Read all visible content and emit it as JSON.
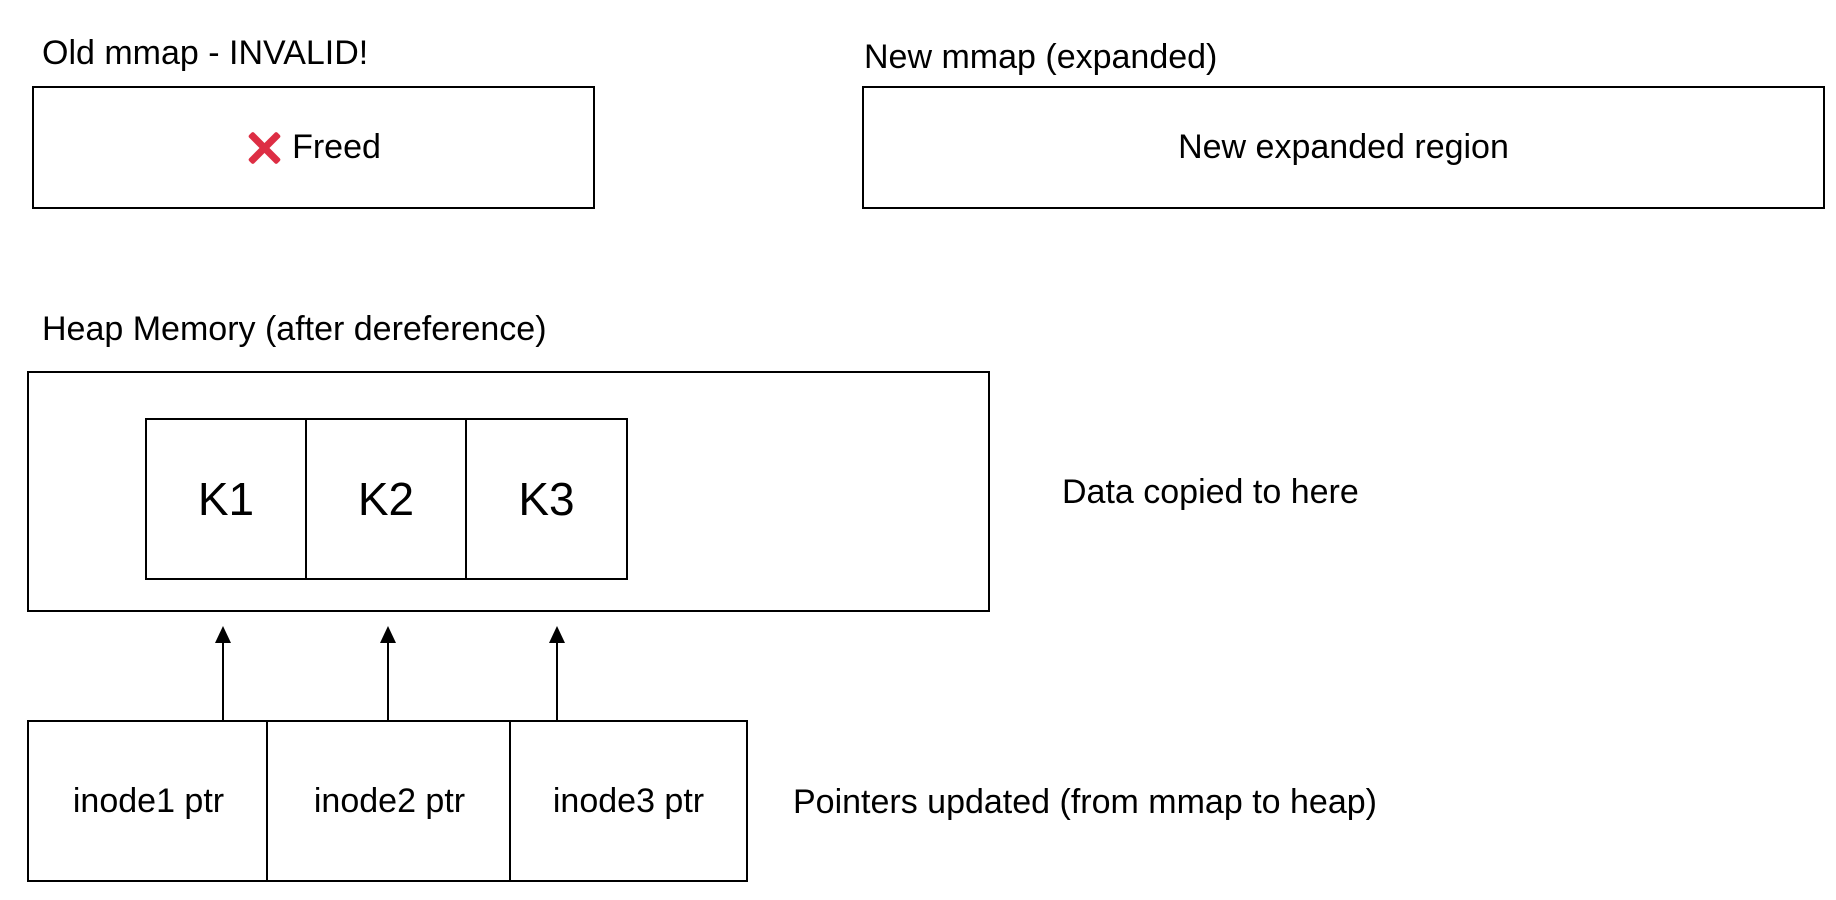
{
  "old_mmap": {
    "title": "Old mmap - INVALID!",
    "status_icon": "cross-mark-icon",
    "status_color": "#dd2e44",
    "status_text": "Freed"
  },
  "new_mmap": {
    "title": "New mmap (expanded)",
    "region_text": "New expanded region"
  },
  "heap": {
    "title": "Heap Memory (after dereference)",
    "keys": [
      "K1",
      "K2",
      "K3"
    ],
    "note": "Data copied to here"
  },
  "pointers": {
    "cells": [
      "inode1 ptr",
      "inode2 ptr",
      "inode3 ptr"
    ],
    "note": "Pointers updated (from mmap to heap)"
  }
}
